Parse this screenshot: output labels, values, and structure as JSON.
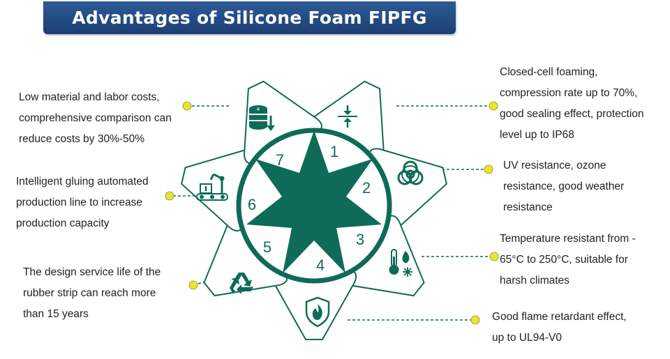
{
  "title": "Advantages of Silicone Foam FIPFG",
  "colors": {
    "teal": "#0e6b58",
    "banner": "#23487f",
    "dot": "#e8e62a",
    "text": "#222222"
  },
  "segments": [
    {
      "number": "1",
      "icon": "compression-arrows-icon",
      "lines": [
        "Closed-cell foaming,",
        "compression rate up to 70%,",
        "good sealing effect, protection",
        "level up to IP68"
      ]
    },
    {
      "number": "2",
      "icon": "biohazard-icon",
      "lines": [
        "UV resistance, ozone",
        "resistance, good weather",
        "resistance"
      ]
    },
    {
      "number": "3",
      "icon": "thermometer-snowflake-flame-icon",
      "lines": [
        "Temperature resistant from -",
        "65°C to 250°C, suitable for",
        "harsh climates"
      ]
    },
    {
      "number": "4",
      "icon": "flame-shield-icon",
      "lines": [
        "Good flame retardant effect,",
        "up to UL94-V0"
      ]
    },
    {
      "number": "5",
      "icon": "recycle-icon",
      "lines": [
        "The design service life of the",
        "rubber strip can reach more",
        "than 15 years"
      ]
    },
    {
      "number": "6",
      "icon": "robot-arm-conveyor-icon",
      "lines": [
        "Intelligent gluing automated",
        "production line to increase",
        "production capacity"
      ]
    },
    {
      "number": "7",
      "icon": "coin-stack-down-icon",
      "lines": [
        "Low material and labor costs,",
        "comprehensive comparison can",
        "reduce costs by 30%-50%"
      ]
    }
  ]
}
